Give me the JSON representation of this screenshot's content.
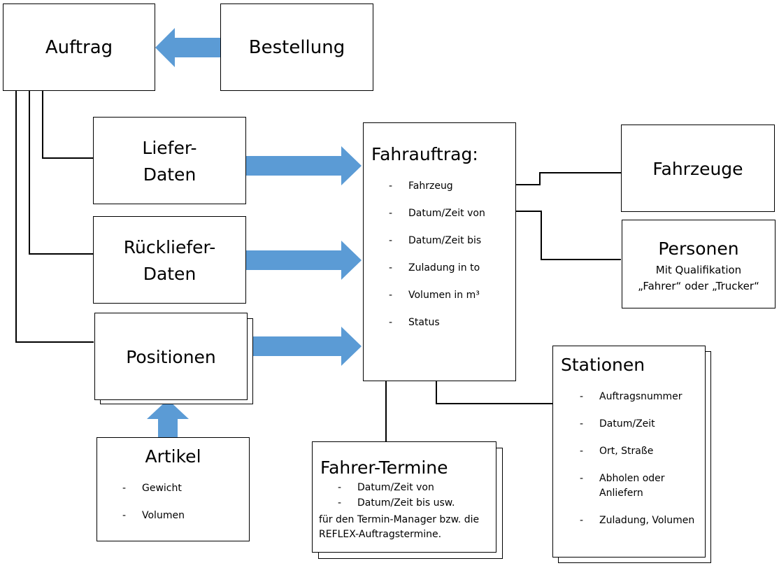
{
  "colors": {
    "arrow": "#5b9bd5",
    "stroke": "#000000"
  },
  "auftrag": {
    "title": "Auftrag"
  },
  "bestellung": {
    "title": "Bestellung"
  },
  "lieferdaten": {
    "line1": "Liefer-",
    "line2": "Daten"
  },
  "rueckliefer": {
    "line1": "Rückliefer-",
    "line2": "Daten"
  },
  "positionen": {
    "title": "Positionen"
  },
  "artikel": {
    "title": "Artikel",
    "items": [
      "Gewicht",
      "Volumen"
    ]
  },
  "fahrauftrag": {
    "title": "Fahrauftrag:",
    "items": [
      "Fahrzeug",
      "Datum/Zeit von",
      "Datum/Zeit bis",
      "Zuladung in to",
      "Volumen in m³",
      "Status"
    ]
  },
  "fahrzeuge": {
    "title": "Fahrzeuge"
  },
  "personen": {
    "title": "Personen",
    "line1": "Mit Qualifikation",
    "line2": "„Fahrer“ oder „Trucker“"
  },
  "stationen": {
    "title": "Stationen",
    "items": [
      "Auftragsnummer",
      "Datum/Zeit",
      "Ort, Straße",
      "Abholen oder",
      "Anliefern",
      "Zuladung, Volumen"
    ]
  },
  "fahrertermine": {
    "title": "Fahrer-Termine",
    "items": [
      "Datum/Zeit von",
      "Datum/Zeit bis usw."
    ],
    "note1": "für den Termin-Manager bzw. die",
    "note2": "REFLEX-Auftragstermine."
  },
  "dash": "-"
}
